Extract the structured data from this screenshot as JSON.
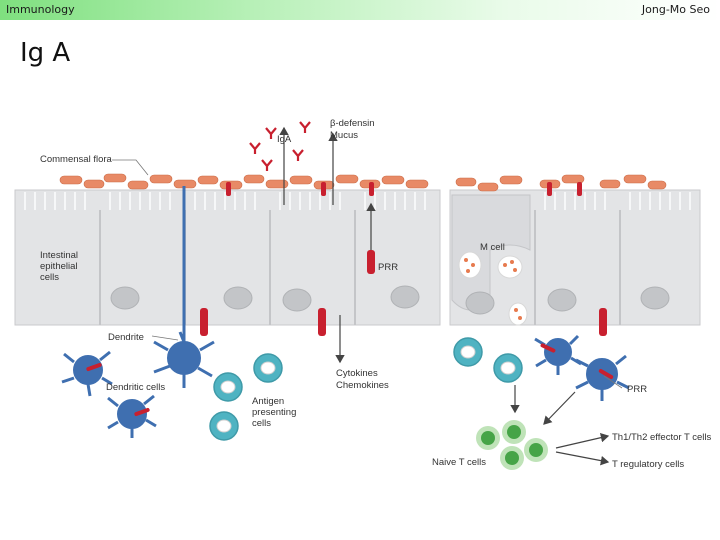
{
  "header": {
    "left": "Immunology",
    "right": "Jong-Mo Seo"
  },
  "slide": {
    "title": "Ig A"
  },
  "diagram": {
    "labels": {
      "iga": "IgA",
      "defensin": "β-defensin",
      "mucus": "Mucus",
      "commensal": "Commensal flora",
      "iec_1": "Intestinal",
      "iec_2": "epithelial",
      "iec_3": "cells",
      "prr_mid": "PRR",
      "mcell": "M cell",
      "dendrite": "Dendrite",
      "dendritic_cells": "Dendritic cells",
      "apc_1": "Antigen",
      "apc_2": "presenting",
      "apc_3": "cells",
      "cyto_1": "Cytokines",
      "cyto_2": "Chemokines",
      "prr_right": "PRR",
      "th": "Th1/Th2 effector T cells",
      "naive": "Naive T cells",
      "treg": "T regulatory cells"
    },
    "colors": {
      "epithelium": "#e6e7e9",
      "nucleus": "#c4c6c9",
      "bacteria": "#e88a66",
      "dendritic": "#3f6fb0",
      "apc": "#4fb3c2",
      "tcell": "#46a447",
      "prr": "#c8202f"
    }
  }
}
